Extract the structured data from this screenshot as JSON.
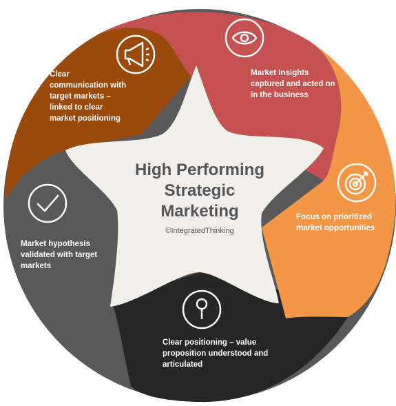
{
  "center": {
    "title": "High Performing\nStrategic\nMarketing",
    "copyright": "©IntegratedThinking"
  },
  "segments": [
    {
      "id": "communication",
      "label": "Clear\ncommunication  with\ntarget markets –\nlinked to clear\nmarket positioning",
      "icon": "megaphone-icon",
      "color": "#9a4a0a"
    },
    {
      "id": "insights",
      "label": "Market insights\ncaptured and acted on\nin the business",
      "icon": "eye-icon",
      "color": "#c55150"
    },
    {
      "id": "focus",
      "label": "Focus on prioritized\nmarket opportunities",
      "icon": "target-icon",
      "color": "#f39646"
    },
    {
      "id": "positioning",
      "label": "Clear positioning – value\nproposition understood and\narticulated",
      "icon": "pin-icon",
      "color": "#262626"
    },
    {
      "id": "hypothesis",
      "label": "Market hypothesis\nvalidated  with target\nmarkets",
      "icon": "checkmark-icon",
      "color": "#595959"
    }
  ],
  "colors": {
    "star": "#f2f0ea",
    "title": "#555555"
  }
}
